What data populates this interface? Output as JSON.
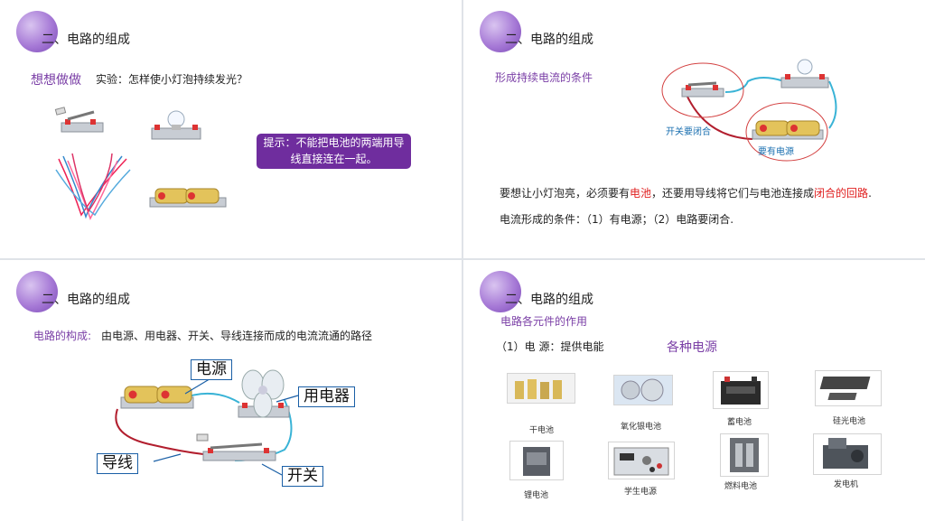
{
  "slide1": {
    "title": "二、电路的组成",
    "heading": "想想做做",
    "question": "实验：怎样使小灯泡持续发光？",
    "hint_line1": "提示：不能把电池的两端用导",
    "hint_line2": "线直接连在一起。"
  },
  "slide2": {
    "title": "二、电路的组成",
    "heading": "形成持续电流的条件",
    "label_switch": "开关要闭合",
    "label_power": "要有电源",
    "p1_a": "要想让小灯泡亮，必须要有",
    "p1_b": "电池",
    "p1_c": "，还要用导线将它们与电池连接成",
    "p1_d": "闭合的回路",
    "p1_e": ".",
    "p2": "电流形成的条件：（1）有电源；（2）电路要闭合."
  },
  "slide3": {
    "title": "二、电路的组成",
    "heading": "电路的构成:",
    "desc": "由电源、用电器、开关、导线连接而成的电流流通的路径",
    "label_power": "电源",
    "label_appliance": "用电器",
    "label_wire": "导线",
    "label_switch": "开关"
  },
  "slide4": {
    "title": "二、电路的组成",
    "heading": "电路各元件的作用",
    "item1": "（1）电  源：提供电能",
    "subheading": "各种电源",
    "captions": [
      "干电池",
      "氧化银电池",
      "蓄电池",
      "硅光电池",
      "锂电池",
      "学生电源",
      "燃料电池",
      "发电机"
    ]
  }
}
